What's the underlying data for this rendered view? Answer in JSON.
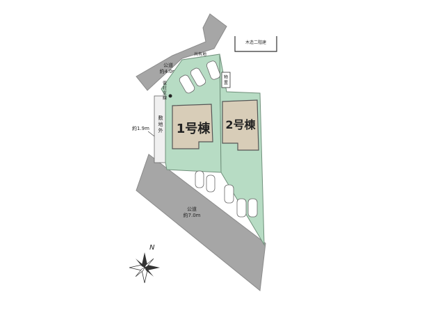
{
  "colors": {
    "lot_green": "#b7dcc4",
    "lot_border": "#6f8f7a",
    "road_gray": "#a6a6a6",
    "road_border": "#8a8a8a",
    "building_tan": "#d8cdb8",
    "building_border": "#555555",
    "text": "#222222"
  },
  "labels": {
    "neighbor": "木造二階建",
    "shared_land": "共有地",
    "road_north": "公道",
    "road_north_width": "約4.0m",
    "road_south": "公道",
    "road_south_width": "約7.0m",
    "pole": "電柱",
    "branch_line": "支線",
    "outside_site": "敷地外",
    "side_width": "約1.9m",
    "facility": "物置",
    "building_1": "1号棟",
    "building_2": "2号棟",
    "compass_north": "N"
  }
}
